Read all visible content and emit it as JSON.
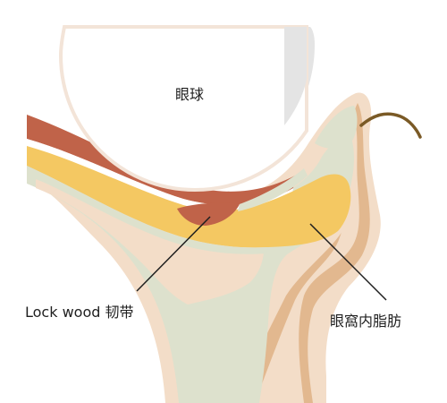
{
  "labels": {
    "eyeball": "眼球",
    "lockwood_ligament": "Lock wood 韧带",
    "orbital_fat": "眼窩内脂肪"
  },
  "colors": {
    "background": "#ffffff",
    "eyeball_fill": "#ffffff",
    "eyeball_outline": "#f3e4d8",
    "eyeball_shadow": "#e4e4e4",
    "muscle": "#c06349",
    "fat": "#f4c862",
    "connective_tissue": "#dde1cd",
    "skin": "#f3ddc8",
    "skin_deep": "#e2b88f",
    "eyelash": "#7a5a26",
    "leader_line": "#1f1f1f",
    "text": "#1f1f1f"
  }
}
